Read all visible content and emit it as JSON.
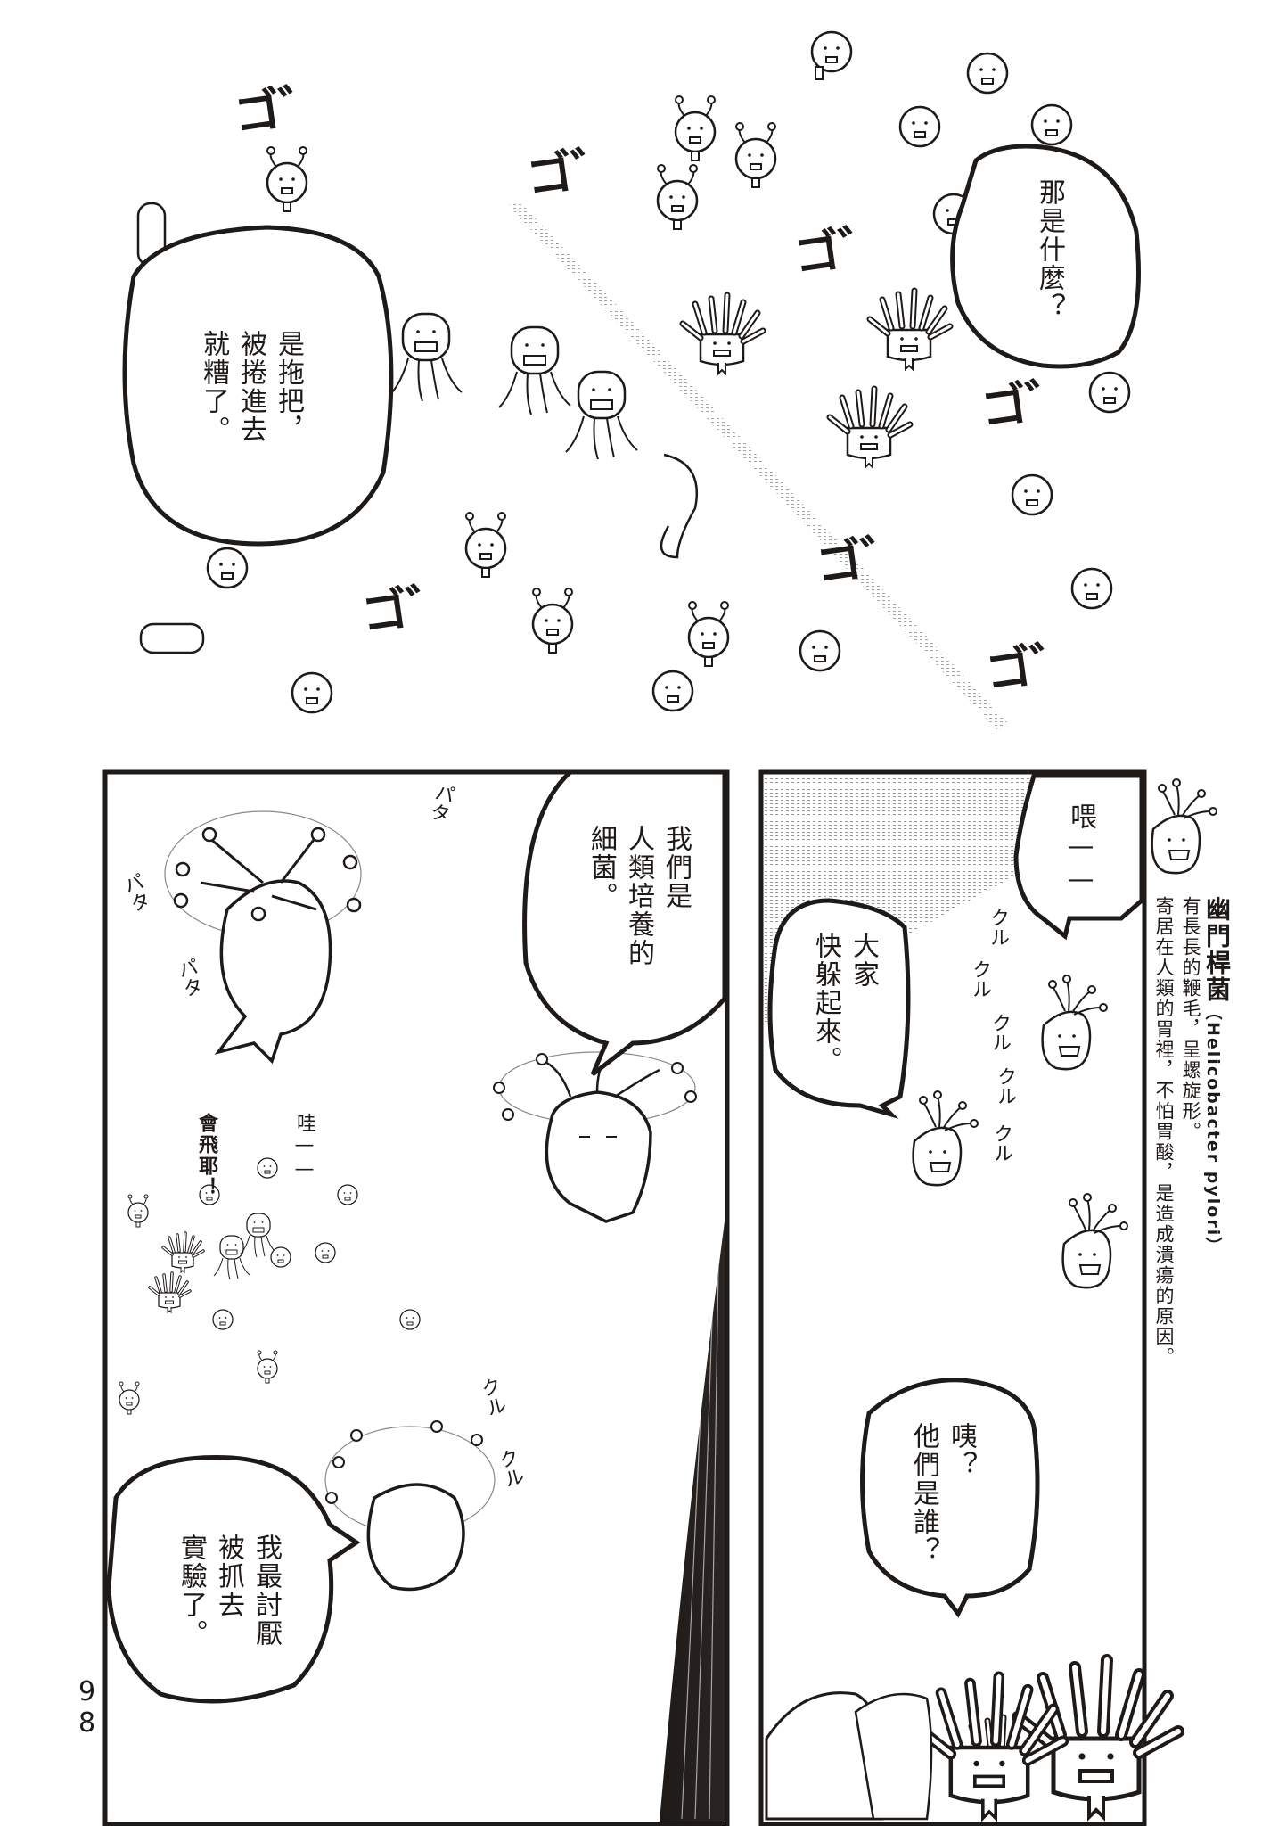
{
  "page": {
    "type": "manga page",
    "page_number": "98",
    "palette": {
      "ink": "#1e1a18",
      "paper": "#ffffff",
      "screentone": "#9a9590"
    }
  },
  "top_scene": {
    "sfx": [
      "ゴ゛",
      "ゴ゛",
      "ゴ゛",
      "ゴ゛",
      "ゴ゛",
      "ゴ゛",
      "ゴ゛"
    ],
    "bubbles": [
      {
        "id": "mop-warning",
        "lines": [
          "是拖把，",
          "被捲進去",
          "就糟了。"
        ]
      },
      {
        "id": "what-is-that",
        "lines": [
          "那是什麼？"
        ]
      }
    ]
  },
  "panel_left": {
    "sfx_pata": [
      "パタ",
      "パタ",
      "パタ"
    ],
    "sfx_kuru": [
      "クル",
      "クル"
    ],
    "bubbles": [
      {
        "id": "we-are-bacteria",
        "lines": [
          "我們是",
          "人類培養的",
          "細菌。"
        ]
      },
      {
        "id": "hate-experiments",
        "lines": [
          "我最討厭",
          "被抓去",
          "實驗了。"
        ]
      }
    ],
    "crowd_text": [
      {
        "id": "wow",
        "text": "哇——"
      },
      {
        "id": "can-fly",
        "text": "會飛耶！"
      }
    ]
  },
  "panel_right": {
    "sfx_kuru": [
      "クル",
      "クル",
      "クル",
      "クル",
      "クル"
    ],
    "bubbles": [
      {
        "id": "hey",
        "lines": [
          "喂——"
        ]
      },
      {
        "id": "everyone-hide",
        "lines": [
          "大家",
          "快躲起來。"
        ]
      },
      {
        "id": "who-are-they",
        "lines": [
          "咦？",
          "他們是誰？"
        ]
      }
    ]
  },
  "side_note": {
    "title": "幽門桿菌",
    "scientific_name": "（Helicobacter pylori）",
    "lines": [
      "有長長的鞭毛，呈螺旋形。",
      "寄居在人類的胃裡，不怕胃酸，是造成潰瘍的原因。"
    ]
  }
}
